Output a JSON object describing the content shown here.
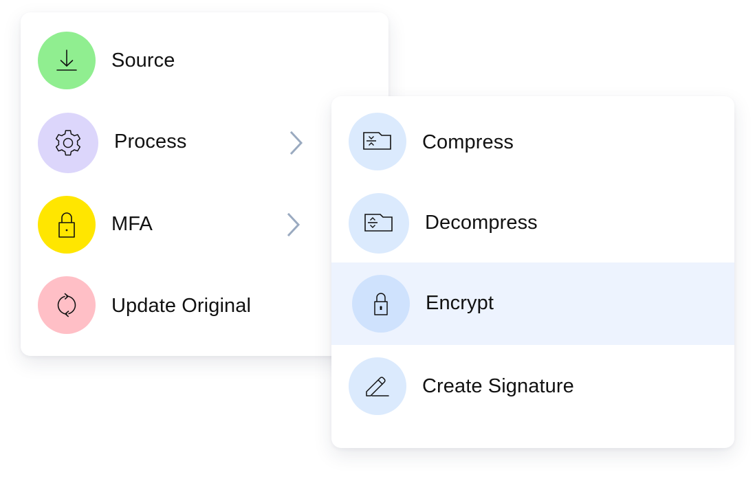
{
  "colors": {
    "source_bg": "#90ee90",
    "process_bg": "#dcd6fb",
    "mfa_bg": "#ffe600",
    "update_bg": "#ffbfc6",
    "submenu_icon_bg": "#dbeafd",
    "submenu_highlight_bg": "#edf3fe",
    "chevron": "#9aaac0"
  },
  "main_menu": {
    "items": [
      {
        "label": "Source",
        "icon": "download-icon",
        "has_submenu": false
      },
      {
        "label": "Process",
        "icon": "gear-icon",
        "has_submenu": true
      },
      {
        "label": "MFA",
        "icon": "lock-icon",
        "has_submenu": true
      },
      {
        "label": "Update Original",
        "icon": "sync-icon",
        "has_submenu": false
      }
    ]
  },
  "submenu": {
    "parent": "Process",
    "items": [
      {
        "label": "Compress",
        "icon": "folder-compress-icon",
        "highlighted": false
      },
      {
        "label": "Decompress",
        "icon": "folder-decompress-icon",
        "highlighted": false
      },
      {
        "label": "Encrypt",
        "icon": "padlock-keyhole-icon",
        "highlighted": true
      },
      {
        "label": "Create Signature",
        "icon": "pencil-signature-icon",
        "highlighted": false
      }
    ]
  }
}
